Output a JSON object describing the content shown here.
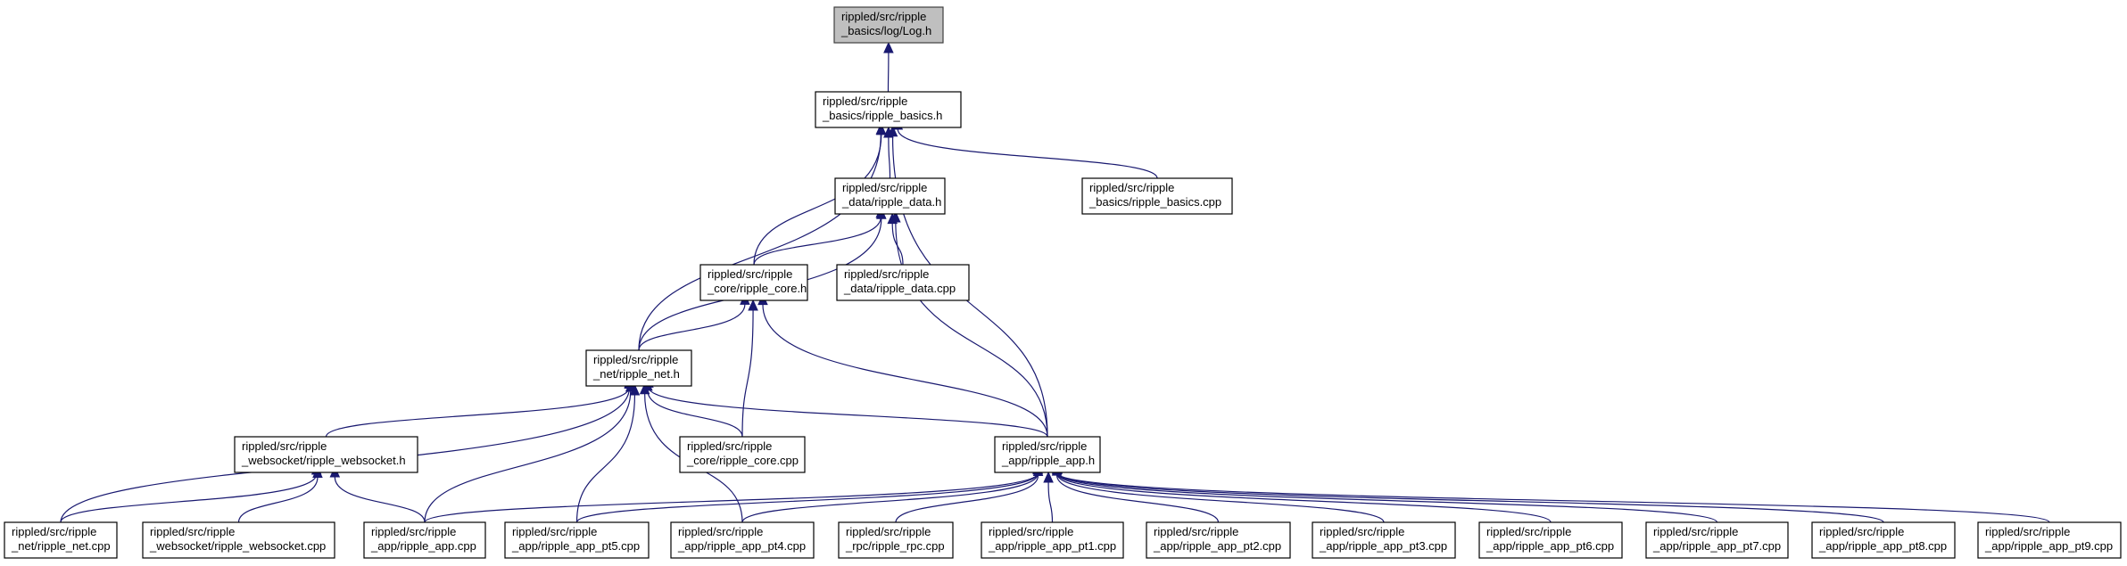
{
  "graph": {
    "nodes": [
      {
        "id": "log_h",
        "name": "node-log-h",
        "root": true,
        "lines": [
          "rippled/src/ripple",
          "_basics/log/Log.h"
        ]
      },
      {
        "id": "ripple_basics_h",
        "name": "node-ripple-basics-h",
        "lines": [
          "rippled/src/ripple",
          "_basics/ripple_basics.h"
        ]
      },
      {
        "id": "ripple_data_h",
        "name": "node-ripple-data-h",
        "lines": [
          "rippled/src/ripple",
          "_data/ripple_data.h"
        ]
      },
      {
        "id": "ripple_basics_cpp",
        "name": "node-ripple-basics-cpp",
        "lines": [
          "rippled/src/ripple",
          "_basics/ripple_basics.cpp"
        ]
      },
      {
        "id": "ripple_core_h",
        "name": "node-ripple-core-h",
        "lines": [
          "rippled/src/ripple",
          "_core/ripple_core.h"
        ]
      },
      {
        "id": "ripple_data_cpp",
        "name": "node-ripple-data-cpp",
        "lines": [
          "rippled/src/ripple",
          "_data/ripple_data.cpp"
        ]
      },
      {
        "id": "ripple_net_h",
        "name": "node-ripple-net-h",
        "lines": [
          "rippled/src/ripple",
          "_net/ripple_net.h"
        ]
      },
      {
        "id": "ripple_websocket_h",
        "name": "node-ripple-websocket-h",
        "lines": [
          "rippled/src/ripple",
          "_websocket/ripple_websocket.h"
        ]
      },
      {
        "id": "ripple_core_cpp",
        "name": "node-ripple-core-cpp",
        "lines": [
          "rippled/src/ripple",
          "_core/ripple_core.cpp"
        ]
      },
      {
        "id": "ripple_app_h",
        "name": "node-ripple-app-h",
        "lines": [
          "rippled/src/ripple",
          "_app/ripple_app.h"
        ]
      },
      {
        "id": "ripple_net_cpp",
        "name": "node-ripple-net-cpp",
        "lines": [
          "rippled/src/ripple",
          "_net/ripple_net.cpp"
        ]
      },
      {
        "id": "ripple_websocket_cpp",
        "name": "node-ripple-websocket-cpp",
        "lines": [
          "rippled/src/ripple",
          "_websocket/ripple_websocket.cpp"
        ]
      },
      {
        "id": "ripple_app_cpp",
        "name": "node-ripple-app-cpp",
        "lines": [
          "rippled/src/ripple",
          "_app/ripple_app.cpp"
        ]
      },
      {
        "id": "ripple_app_pt5_cpp",
        "name": "node-ripple-app-pt5-cpp",
        "lines": [
          "rippled/src/ripple",
          "_app/ripple_app_pt5.cpp"
        ]
      },
      {
        "id": "ripple_app_pt4_cpp",
        "name": "node-ripple-app-pt4-cpp",
        "lines": [
          "rippled/src/ripple",
          "_app/ripple_app_pt4.cpp"
        ]
      },
      {
        "id": "ripple_rpc_cpp",
        "name": "node-ripple-rpc-cpp",
        "lines": [
          "rippled/src/ripple",
          "_rpc/ripple_rpc.cpp"
        ]
      },
      {
        "id": "ripple_app_pt1_cpp",
        "name": "node-ripple-app-pt1-cpp",
        "lines": [
          "rippled/src/ripple",
          "_app/ripple_app_pt1.cpp"
        ]
      },
      {
        "id": "ripple_app_pt2_cpp",
        "name": "node-ripple-app-pt2-cpp",
        "lines": [
          "rippled/src/ripple",
          "_app/ripple_app_pt2.cpp"
        ]
      },
      {
        "id": "ripple_app_pt3_cpp",
        "name": "node-ripple-app-pt3-cpp",
        "lines": [
          "rippled/src/ripple",
          "_app/ripple_app_pt3.cpp"
        ]
      },
      {
        "id": "ripple_app_pt6_cpp",
        "name": "node-ripple-app-pt6-cpp",
        "lines": [
          "rippled/src/ripple",
          "_app/ripple_app_pt6.cpp"
        ]
      },
      {
        "id": "ripple_app_pt7_cpp",
        "name": "node-ripple-app-pt7-cpp",
        "lines": [
          "rippled/src/ripple",
          "_app/ripple_app_pt7.cpp"
        ]
      },
      {
        "id": "ripple_app_pt8_cpp",
        "name": "node-ripple-app-pt8-cpp",
        "lines": [
          "rippled/src/ripple",
          "_app/ripple_app_pt8.cpp"
        ]
      },
      {
        "id": "ripple_app_pt9_cpp",
        "name": "node-ripple-app-pt9-cpp",
        "lines": [
          "rippled/src/ripple",
          "_app/ripple_app_pt9.cpp"
        ]
      }
    ],
    "edges": [
      {
        "from": "ripple_basics_h",
        "to": "log_h"
      },
      {
        "from": "ripple_data_h",
        "to": "ripple_basics_h"
      },
      {
        "from": "ripple_basics_cpp",
        "to": "ripple_basics_h"
      },
      {
        "from": "ripple_core_h",
        "to": "ripple_basics_h"
      },
      {
        "from": "ripple_net_h",
        "to": "ripple_basics_h"
      },
      {
        "from": "ripple_app_h",
        "to": "ripple_basics_h"
      },
      {
        "from": "ripple_core_h",
        "to": "ripple_data_h"
      },
      {
        "from": "ripple_data_cpp",
        "to": "ripple_data_h"
      },
      {
        "from": "ripple_net_h",
        "to": "ripple_data_h"
      },
      {
        "from": "ripple_app_h",
        "to": "ripple_data_h"
      },
      {
        "from": "ripple_net_h",
        "to": "ripple_core_h"
      },
      {
        "from": "ripple_core_cpp",
        "to": "ripple_core_h"
      },
      {
        "from": "ripple_app_h",
        "to": "ripple_core_h"
      },
      {
        "from": "ripple_websocket_h",
        "to": "ripple_net_h"
      },
      {
        "from": "ripple_core_cpp",
        "to": "ripple_net_h"
      },
      {
        "from": "ripple_app_h",
        "to": "ripple_net_h"
      },
      {
        "from": "ripple_net_cpp",
        "to": "ripple_net_h"
      },
      {
        "from": "ripple_app_cpp",
        "to": "ripple_net_h"
      },
      {
        "from": "ripple_app_pt5_cpp",
        "to": "ripple_net_h"
      },
      {
        "from": "ripple_app_pt4_cpp",
        "to": "ripple_net_h"
      },
      {
        "from": "ripple_net_cpp",
        "to": "ripple_websocket_h"
      },
      {
        "from": "ripple_websocket_cpp",
        "to": "ripple_websocket_h"
      },
      {
        "from": "ripple_app_cpp",
        "to": "ripple_websocket_h"
      },
      {
        "from": "ripple_app_cpp",
        "to": "ripple_app_h"
      },
      {
        "from": "ripple_app_pt5_cpp",
        "to": "ripple_app_h"
      },
      {
        "from": "ripple_app_pt4_cpp",
        "to": "ripple_app_h"
      },
      {
        "from": "ripple_rpc_cpp",
        "to": "ripple_app_h"
      },
      {
        "from": "ripple_app_pt1_cpp",
        "to": "ripple_app_h"
      },
      {
        "from": "ripple_app_pt2_cpp",
        "to": "ripple_app_h"
      },
      {
        "from": "ripple_app_pt3_cpp",
        "to": "ripple_app_h"
      },
      {
        "from": "ripple_app_pt6_cpp",
        "to": "ripple_app_h"
      },
      {
        "from": "ripple_app_pt7_cpp",
        "to": "ripple_app_h"
      },
      {
        "from": "ripple_app_pt8_cpp",
        "to": "ripple_app_h"
      },
      {
        "from": "ripple_app_pt9_cpp",
        "to": "ripple_app_h"
      }
    ]
  }
}
